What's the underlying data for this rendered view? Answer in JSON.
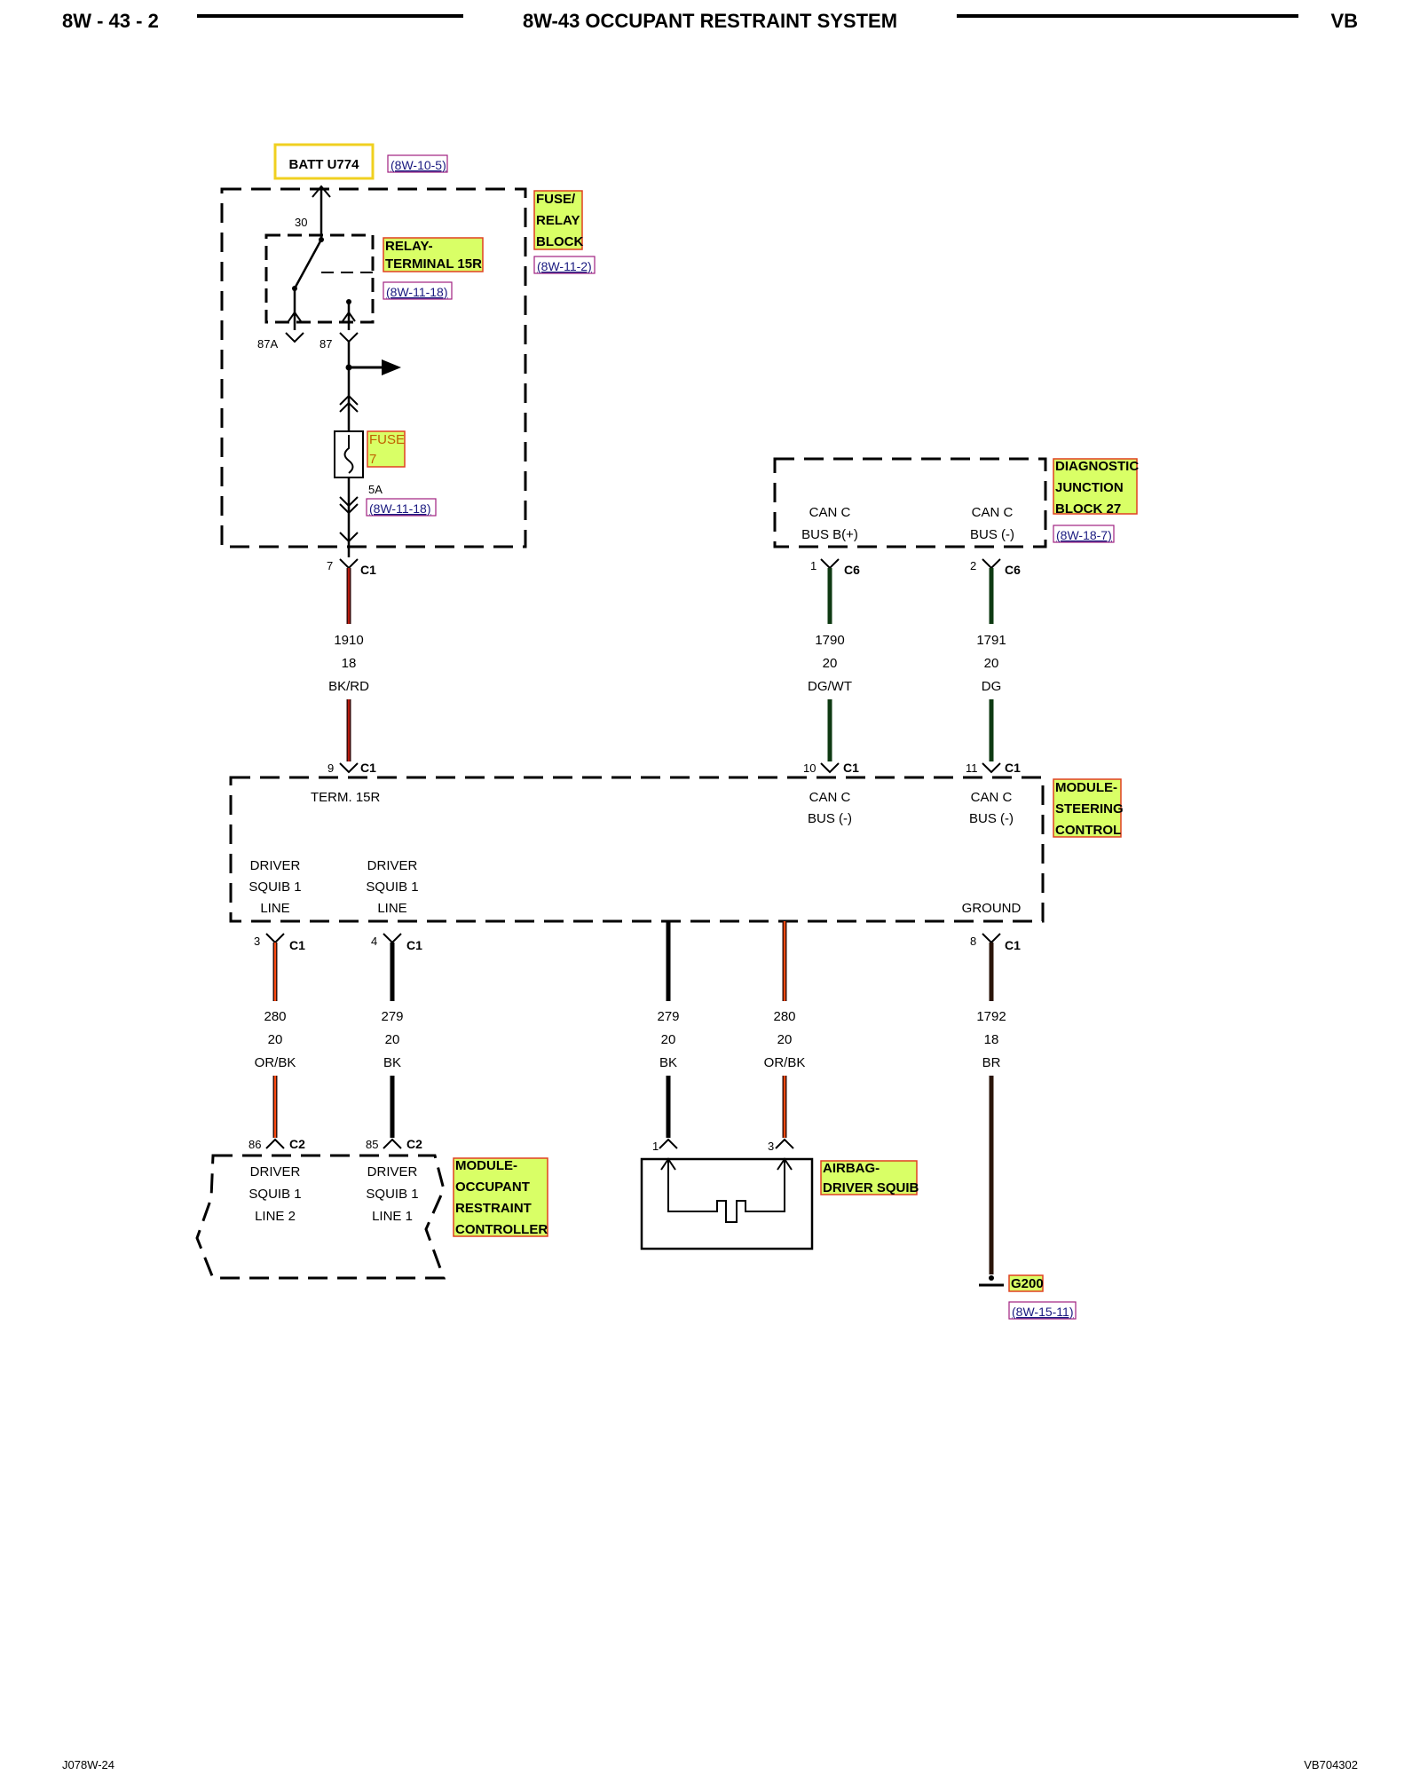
{
  "header": {
    "page_id": "8W - 43 - 2",
    "title": "8W-43 OCCUPANT RESTRAINT SYSTEM",
    "vehicle": "VB"
  },
  "components": {
    "batt": {
      "label": "BATT U774",
      "ref": "(8W-10-5)"
    },
    "fuse_relay_block": {
      "line1": "FUSE/",
      "line2": "RELAY",
      "line3": "BLOCK",
      "ref": "(8W-11-2)"
    },
    "relay": {
      "line1": "RELAY-",
      "line2": "TERMINAL 15R",
      "ref": "(8W-11-18)",
      "pin30": "30",
      "pin87a": "87A",
      "pin87": "87"
    },
    "fuse": {
      "line1": "FUSE",
      "line2": "7",
      "rating": "5A",
      "ref": "(8W-11-18)"
    },
    "diag": {
      "line1": "DIAGNOSTIC",
      "line2": "JUNCTION",
      "line3": "BLOCK 27",
      "ref": "(8W-18-7)",
      "can_bplus_1": "CAN C",
      "can_bplus_2": "BUS B(+)",
      "can_minus_1": "CAN C",
      "can_minus_2": "BUS (-)"
    },
    "steering": {
      "line1": "MODULE-",
      "line2": "STEERING",
      "line3": "CONTROL",
      "term15r": "TERM. 15R",
      "can1_1": "CAN C",
      "can1_2": "BUS (-)",
      "can2_1": "CAN C",
      "can2_2": "BUS (-)",
      "sq1_1": "DRIVER",
      "sq1_2": "SQUIB 1",
      "sq1_3": "LINE",
      "sq2_1": "DRIVER",
      "sq2_2": "SQUIB 1",
      "sq2_3": "LINE",
      "ground": "GROUND"
    },
    "orc": {
      "line1": "MODULE-",
      "line2": "OCCUPANT",
      "line3": "RESTRAINT",
      "line4": "CONTROLLER",
      "a1": "DRIVER",
      "a2": "SQUIB 1",
      "a3": "LINE 2",
      "b1": "DRIVER",
      "b2": "SQUIB 1",
      "b3": "LINE 1"
    },
    "airbag": {
      "line1": "AIRBAG-",
      "line2": "DRIVER SQUIB",
      "pin1": "1",
      "pin3": "3"
    },
    "ground": {
      "label": "G200",
      "ref": "(8W-15-11)"
    }
  },
  "connectors": {
    "fuse_out": {
      "pin": "7",
      "name": "C1"
    },
    "diag_1": {
      "pin": "1",
      "name": "C6"
    },
    "diag_2": {
      "pin": "2",
      "name": "C6"
    },
    "scm_9": {
      "pin": "9",
      "name": "C1"
    },
    "scm_10": {
      "pin": "10",
      "name": "C1"
    },
    "scm_11": {
      "pin": "11",
      "name": "C1"
    },
    "scm_3": {
      "pin": "3",
      "name": "C1"
    },
    "scm_4": {
      "pin": "4",
      "name": "C1"
    },
    "scm_8": {
      "pin": "8",
      "name": "C1"
    },
    "orc_86": {
      "pin": "86",
      "name": "C2"
    },
    "orc_85": {
      "pin": "85",
      "name": "C2"
    }
  },
  "wires": [
    {
      "circuit": "1910",
      "gauge": "18",
      "color": "BK/RD",
      "hex": "#3a0a0a",
      "stripe": "#e02010"
    },
    {
      "circuit": "1790",
      "gauge": "20",
      "color": "DG/WT",
      "hex": "#0e3a12",
      "stripe": "#0e3a12"
    },
    {
      "circuit": "1791",
      "gauge": "20",
      "color": "DG",
      "hex": "#0e3a12",
      "stripe": "#0e3a12"
    },
    {
      "circuit": "280",
      "gauge": "20",
      "color": "OR/BK",
      "hex": "#3a1008",
      "stripe": "#ff4a10"
    },
    {
      "circuit": "279",
      "gauge": "20",
      "color": "BK",
      "hex": "#000000",
      "stripe": "#000000"
    },
    {
      "circuit": "279",
      "gauge": "20",
      "color": "BK",
      "hex": "#000000",
      "stripe": "#000000"
    },
    {
      "circuit": "280",
      "gauge": "20",
      "color": "OR/BK",
      "hex": "#3a1008",
      "stripe": "#ff4a10"
    },
    {
      "circuit": "1792",
      "gauge": "18",
      "color": "BR",
      "hex": "#2a140a",
      "stripe": "#2a140a"
    }
  ],
  "footer": {
    "left": "J078W-24",
    "right": "VB704302"
  }
}
